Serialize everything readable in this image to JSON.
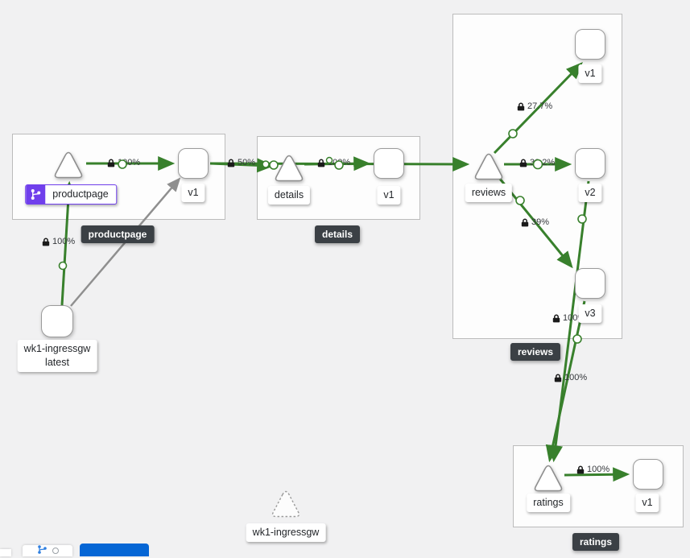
{
  "colors": {
    "edge_green": "#38802c",
    "edge_gray": "#8f8f8f",
    "badge_bg": "#3b4045",
    "virtual_service_purple": "#703fec",
    "primary_blue": "#0666d5",
    "canvas_bg": "#f1f1f2"
  },
  "groups": {
    "productpage": {
      "badge": "productpage"
    },
    "details": {
      "badge": "details"
    },
    "reviews": {
      "badge": "reviews"
    },
    "ratings": {
      "badge": "ratings"
    }
  },
  "nodes": {
    "productpage_service": {
      "label": "productpage"
    },
    "productpage_v1": {
      "label": "v1"
    },
    "details_service": {
      "label": "details"
    },
    "details_v1": {
      "label": "v1"
    },
    "reviews_service": {
      "label": "reviews"
    },
    "reviews_v1": {
      "label": "v1"
    },
    "reviews_v2": {
      "label": "v2"
    },
    "reviews_v3": {
      "label": "v3"
    },
    "ratings_service": {
      "label": "ratings"
    },
    "ratings_v1": {
      "label": "v1"
    },
    "ingress_workload": {
      "label_line1": "wk1-ingressgw",
      "label_line2": "latest"
    },
    "idle_service": {
      "label": "wk1-ingressgw"
    }
  },
  "edge_labels": {
    "ingress_to_productpage": "100%",
    "productpage_to_v1": "100%",
    "v1_to_details": "50%",
    "details_to_v1": "100%",
    "reviews_to_v1": "27.7%",
    "reviews_to_v2": "33.2%",
    "reviews_to_v3": "39%",
    "v3_to_ratings": "100%",
    "v2_to_ratings": "100%",
    "ratings_to_v1": "100%"
  }
}
